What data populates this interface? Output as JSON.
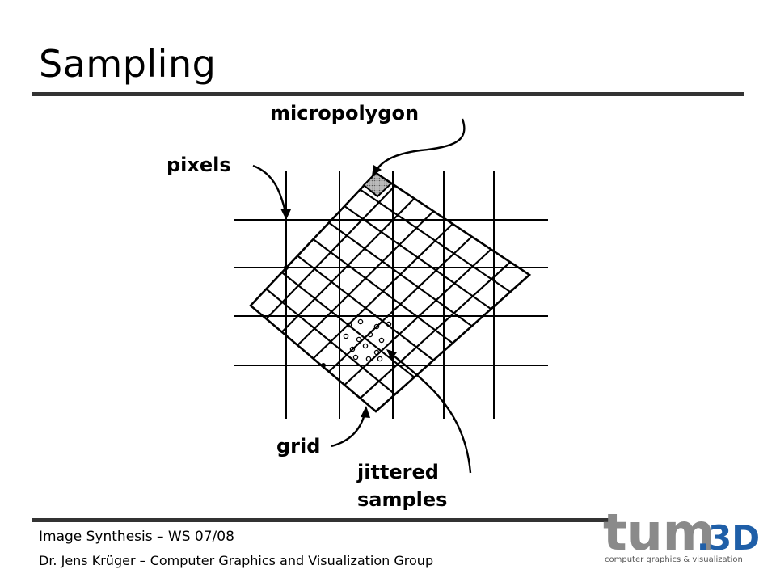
{
  "slide": {
    "title": "Sampling",
    "footer_course": "Image Synthesis – WS 07/08",
    "footer_author": "Dr. Jens Krüger – Computer Graphics and Visualization Group"
  },
  "diagram": {
    "labels": {
      "micropolygon": "micropolygon",
      "pixels": "pixels",
      "grid": "grid",
      "jittered": "jittered",
      "samples": "samples"
    }
  },
  "logo": {
    "brand": "tum",
    "suffix": "3D",
    "dot": ".",
    "tagline": "computer graphics & visualization",
    "colors": {
      "tum": "#8a8a8a",
      "accent": "#1f5fa8"
    }
  }
}
